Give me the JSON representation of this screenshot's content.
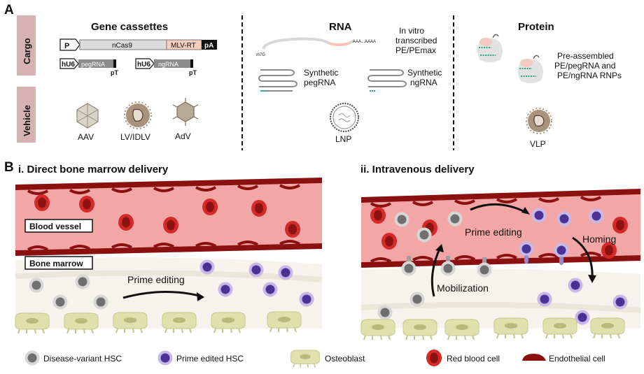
{
  "panel_a": {
    "letter": "A",
    "row_labels": {
      "cargo": "Cargo",
      "vehicle": "Vehicle"
    },
    "gene": {
      "title": "Gene cassettes",
      "promoter": "P",
      "ncas9": "nCas9",
      "mlvrt": "MLV-RT",
      "pa": "pA",
      "hu6_a": "hU6",
      "pegrna": "pegRNA",
      "hu6_b": "hU6",
      "ngrna": "ngRNA",
      "pt_a": "pT",
      "pt_b": "pT",
      "vehicles": [
        "AAV",
        "LV/IDLV",
        "AdV"
      ]
    },
    "rna": {
      "title": "RNA",
      "cap": "m7G",
      "polya": "AAA...AAAA",
      "ivt": [
        "In vitro",
        "transcribed",
        "PE/PEmax"
      ],
      "peg": [
        "Synthetic",
        "pegRNA"
      ],
      "ng": [
        "Synthetic",
        "ngRNA"
      ],
      "vehicle": "LNP"
    },
    "protein": {
      "title": "Protein",
      "desc": [
        "Pre-assembled",
        "PE/pegRNA  and",
        "PE/ngRNA RNPs"
      ],
      "vehicle": "VLP"
    }
  },
  "panel_b": {
    "letter": "B",
    "left": {
      "title": "i. Direct bone marrow delivery",
      "blood_vessel": "Blood vessel",
      "bone_marrow": "Bone marrow",
      "arrow": "Prime editing"
    },
    "right": {
      "title": "ii. Intravenous delivery",
      "prime": "Prime editing",
      "homing": "Homing",
      "mobilization": "Mobilization"
    }
  },
  "legend": [
    "Disease-variant HSC",
    "Prime edited HSC",
    "Osteoblast",
    "Red blood cell",
    "Endothelial cell"
  ],
  "colors": {
    "vessel": "#f2a7a7",
    "endothelial": "#8b1010",
    "rbc": "#d42a2a",
    "hsc_disease": "#7a7a7a",
    "hsc_edited": "#5a3fa0",
    "osteoblast": "#d8dca4",
    "label_box": "#d6b2b2"
  }
}
